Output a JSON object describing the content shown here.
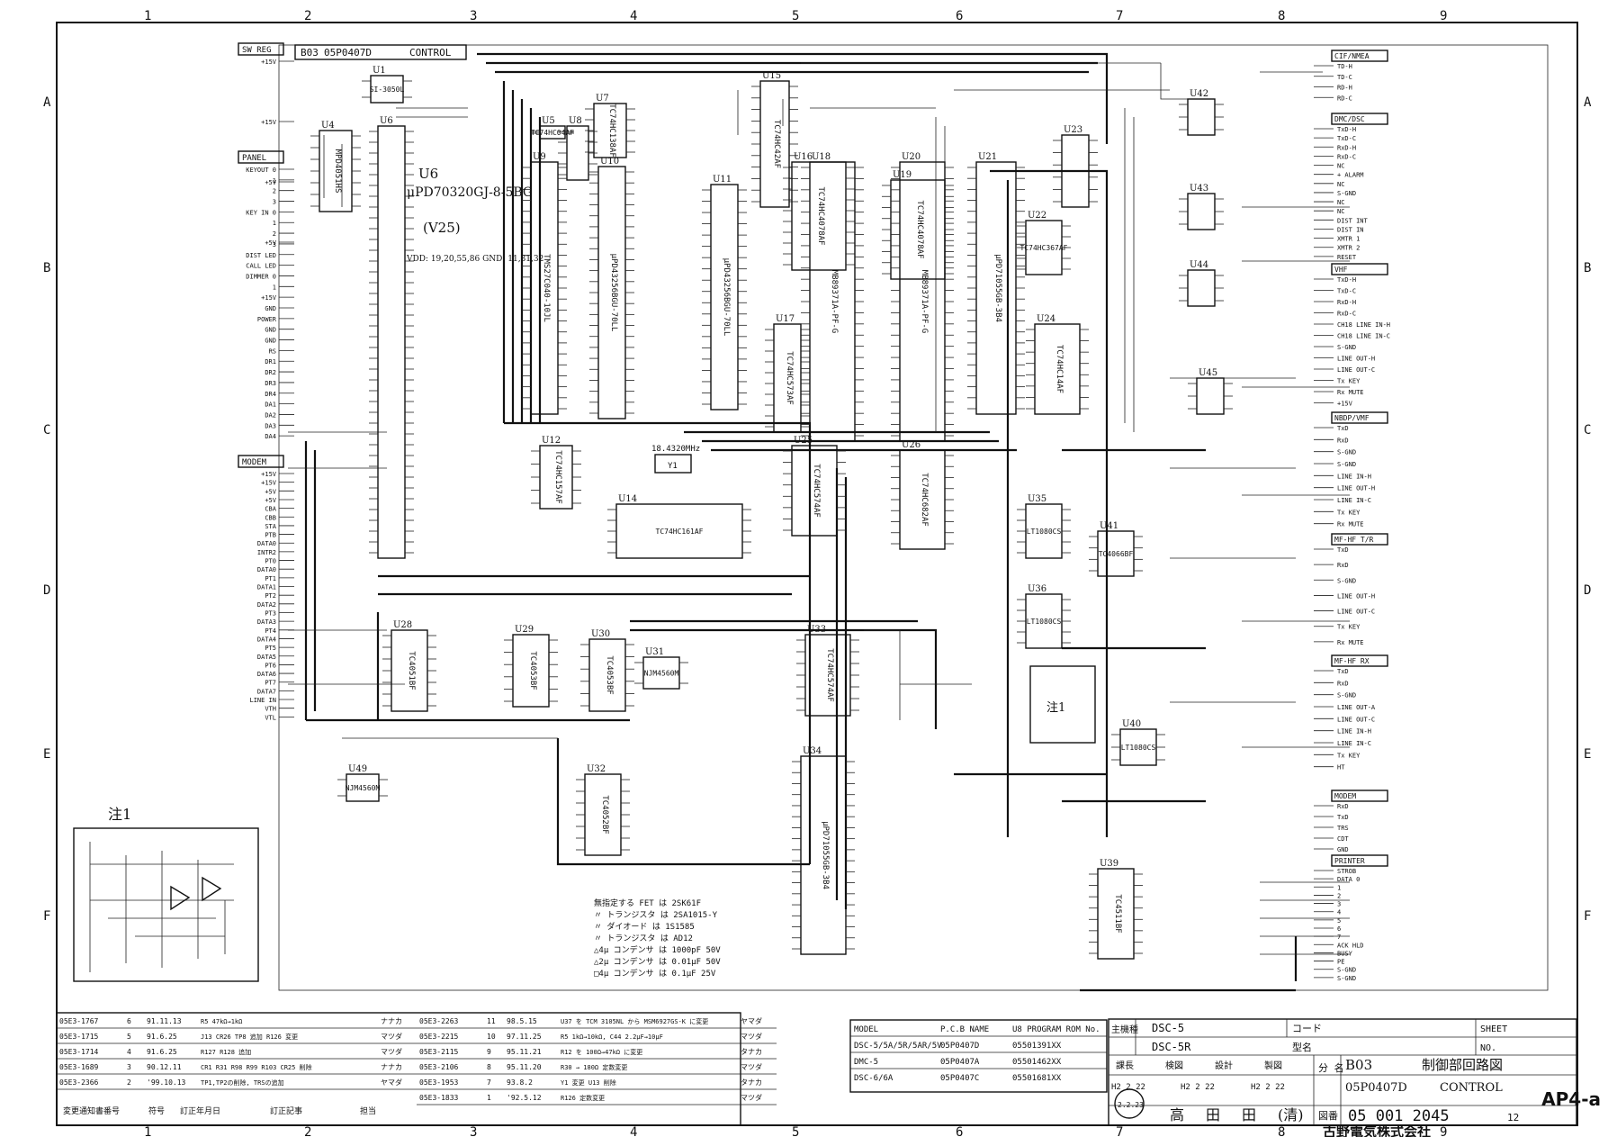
{
  "columns": [
    "1",
    "2",
    "3",
    "4",
    "5",
    "6",
    "7",
    "8",
    "9"
  ],
  "rows": [
    "A",
    "B",
    "C",
    "D",
    "E",
    "F"
  ],
  "board": {
    "id": "B03",
    "pcb": "05P0407D",
    "name": "CONTROL"
  },
  "connectors_left": [
    {
      "id": "SW_REG",
      "label": "SW REG",
      "pins": [
        "+15V",
        "+15V",
        "+5V",
        "+5V"
      ]
    },
    {
      "id": "PANEL",
      "label": "PANEL",
      "pins": [
        "KEYOUT 0",
        "1",
        "2",
        "3",
        "KEY IN 0",
        "1",
        "2",
        "3",
        "DIST LED",
        "CALL LED",
        "DIMMER 0",
        "1",
        "+15V",
        "GND",
        "POWER",
        "GND",
        "GND",
        "RS",
        "DR1",
        "DR2",
        "DR3",
        "DR4",
        "DA1",
        "DA2",
        "DA3",
        "DA4"
      ]
    },
    {
      "id": "MODEM",
      "label": "MODEM",
      "pins": [
        "+15V",
        "+15V",
        "+5V",
        "+5V",
        "CBA",
        "CBB",
        "STA",
        "PTB",
        "DATA0",
        "INTR2",
        "PT0",
        "DATA0",
        "PT1",
        "DATA1",
        "PT2",
        "DATA2",
        "PT3",
        "DATA3",
        "PT4",
        "DATA4",
        "PT5",
        "DATA5",
        "PT6",
        "DATA6",
        "PT7",
        "DATA7",
        "LINE IN",
        "VTH",
        "VTL"
      ]
    }
  ],
  "connectors_right": [
    {
      "id": "CIF_NMEA",
      "label": "CIF/NMEA",
      "pins": [
        "TD-H",
        "TD-C",
        "RD-H",
        "RD-C"
      ]
    },
    {
      "id": "DMC_DSC",
      "label": "DMC/DSC",
      "pins": [
        "TxD-H",
        "TxD-C",
        "RxD-H",
        "RxD-C",
        "NC",
        "+ ALARM",
        "NC",
        "S-GND",
        "NC",
        "NC",
        "DIST INT",
        "DIST IN",
        "XMTR 1",
        "XMTR 2",
        "RESET"
      ]
    },
    {
      "id": "VHF",
      "label": "VHF",
      "pins": [
        "TxD-H",
        "TxD-C",
        "RxD-H",
        "RxD-C",
        "CH18 LINE IN-H",
        "CH18 LINE IN-C",
        "S-GND",
        "LINE OUT-H",
        "LINE OUT-C",
        "Tx KEY",
        "Rx MUTE",
        "+15V"
      ]
    },
    {
      "id": "NBDP_VMF",
      "label": "NBDP/VMF",
      "pins": [
        "TxD",
        "RxD",
        "S-GND",
        "S-GND",
        "LINE IN-H",
        "LINE OUT-H",
        "LINE IN-C",
        "Tx KEY",
        "Rx MUTE"
      ]
    },
    {
      "id": "MF_HF_TR",
      "label": "MF-HF T/R",
      "pins": [
        "TxD",
        "RxD",
        "S-GND",
        "LINE OUT-H",
        "LINE OUT-C",
        "Tx KEY",
        "Rx MUTE"
      ]
    },
    {
      "id": "MF_HF_RX",
      "label": "MF-HF RX",
      "pins": [
        "TxD",
        "RxD",
        "S-GND",
        "LINE OUT-A",
        "LINE OUT-C",
        "LINE IN-H",
        "LINE IN-C",
        "Tx KEY",
        "HT"
      ]
    },
    {
      "id": "MODEM_R",
      "label": "MODEM",
      "pins": [
        "RxD",
        "TxD",
        "TRS",
        "CDT",
        "GND"
      ]
    },
    {
      "id": "PRINTER",
      "label": "PRINTER",
      "pins": [
        "STROB",
        "DATA 0",
        "1",
        "2",
        "3",
        "4",
        "5",
        "6",
        "7",
        "ACK HLD",
        "BUSY",
        "PE",
        "S-GND",
        "S-GND"
      ]
    }
  ],
  "chips": [
    {
      "ref": "U1",
      "part": "SI-3050L"
    },
    {
      "ref": "U4",
      "part": "MPD4051HS"
    },
    {
      "ref": "U6",
      "part": "μPD70320GJ-8-5BG",
      "note": "(V25)",
      "power": "VDD: 19,20,55,86  GND: 11,31,32"
    },
    {
      "ref": "U5",
      "part": "TC74HC04AF"
    },
    {
      "ref": "U7",
      "part": "TC74HC138AF"
    },
    {
      "ref": "U8",
      "part": ""
    },
    {
      "ref": "U9",
      "part": "TMS27C040-10JL"
    },
    {
      "ref": "U10",
      "part": "μPD43256BGU-70LL"
    },
    {
      "ref": "U11",
      "part": "μPD43256BGU-70LL"
    },
    {
      "ref": "U15",
      "part": "TC74HC42AF"
    },
    {
      "ref": "U16",
      "part": "TC74HC4078AF"
    },
    {
      "ref": "U17",
      "part": "TC74HC573AF"
    },
    {
      "ref": "U18",
      "part": "MB89371A-PF-G"
    },
    {
      "ref": "U19",
      "part": "TC74HC4078AF"
    },
    {
      "ref": "U20",
      "part": "MB89371A-PF-G"
    },
    {
      "ref": "U21",
      "part": "μPD71055GB-3B4"
    },
    {
      "ref": "U22",
      "part": "TC74HC367AF"
    },
    {
      "ref": "U23",
      "part": ""
    },
    {
      "ref": "U24",
      "part": "TC74HC14AF"
    },
    {
      "ref": "U25",
      "part": "TC74HC574AF"
    },
    {
      "ref": "U26",
      "part": "TC74HC682AF"
    },
    {
      "ref": "U12",
      "part": "TC74HC157AF"
    },
    {
      "ref": "U14",
      "part": "TC74HC161AF"
    },
    {
      "ref": "U28",
      "part": "TC4051BF"
    },
    {
      "ref": "U29",
      "part": "TC4053BF"
    },
    {
      "ref": "U30",
      "part": "TC4053BF"
    },
    {
      "ref": "U31",
      "part": "NJM4560M"
    },
    {
      "ref": "U32",
      "part": "TC4052BF"
    },
    {
      "ref": "U33",
      "part": "TC74HC574AF"
    },
    {
      "ref": "U34",
      "part": "μPD71055GB-3B4"
    },
    {
      "ref": "U35",
      "part": "LT1080CS"
    },
    {
      "ref": "U36",
      "part": "LT1080CS"
    },
    {
      "ref": "U39",
      "part": "TC4511BF"
    },
    {
      "ref": "U40",
      "part": "LT1080CS"
    },
    {
      "ref": "U41",
      "part": "TC4066BF"
    },
    {
      "ref": "U42",
      "part": ""
    },
    {
      "ref": "U43",
      "part": ""
    },
    {
      "ref": "U44",
      "part": ""
    },
    {
      "ref": "U45",
      "part": ""
    },
    {
      "ref": "U49",
      "part": "NJM4560M"
    }
  ],
  "crystal": {
    "ref": "Y1",
    "freq": "18.4320MHz"
  },
  "notes": {
    "note1_title": "注1",
    "legend": [
      "無指定する FET は 2SK61F",
      "〃 トランジスタ は 2SA1015-Y",
      "〃 ダイオード は 1S1585",
      "〃 トランジスタ は AD12",
      "△4μ コンデンサ は 1000pF 50V",
      "△2μ コンデンサ は 0.01μF 50V",
      "□4μ コンデンサ は 0.1μF 25V"
    ]
  },
  "revisions": [
    {
      "doc": "05E3-1767",
      "rev": "6",
      "date": "91.11.13",
      "desc": "R5 47kΩ→1kΩ",
      "by": "ナナカ"
    },
    {
      "doc": "05E3-1715",
      "rev": "5",
      "date": "91.6.25",
      "desc": "J13 CR26 TP8 追加 R126 変更",
      "by": "マツダ"
    },
    {
      "doc": "05E3-1714",
      "rev": "4",
      "date": "91.6.25",
      "desc": "R127 R128 追加",
      "by": "マツダ"
    },
    {
      "doc": "05E3-1689",
      "rev": "3",
      "date": "90.12.11",
      "desc": "CR1 R31 R98 R99 R103 CR25 削除",
      "by": "ナナカ"
    },
    {
      "doc": "05E3-2366",
      "rev": "2",
      "date": "'99.10.13",
      "desc": "TP1,TP2の削除, TRSの追加",
      "by": "ヤマダ"
    },
    {
      "doc": "05E3-2263",
      "rev": "11",
      "date": "98.5.15",
      "desc": "U37 を TCM 3105NL から MSM6927GS-K に変更",
      "by": "ヤマダ"
    },
    {
      "doc": "05E3-2215",
      "rev": "10",
      "date": "97.11.25",
      "desc": "R5 1kΩ→10kΩ, C44 2.2μF→10μF",
      "by": "マツダ"
    },
    {
      "doc": "05E3-2115",
      "rev": "9",
      "date": "95.11.21",
      "desc": "R12 を 100Ω→47kΩ に変更",
      "by": "タナカ"
    },
    {
      "doc": "05E3-2106",
      "rev": "8",
      "date": "95.11.20",
      "desc": "R30 → 180Ω 定数変更",
      "by": "マツダ"
    },
    {
      "doc": "05E3-1953",
      "rev": "7",
      "date": "93.8.2",
      "desc": "Y1 変更 U13 削除",
      "by": "タナカ"
    },
    {
      "doc": "05E3-1833",
      "rev": "1",
      "date": "'92.5.12",
      "desc": "R126 定数変更",
      "by": "マツダ"
    }
  ],
  "rev_footer": {
    "c1": "変更通知書番号",
    "c2": "符号",
    "c3": "訂正年月日",
    "c4": "訂正記事",
    "c5": "担当"
  },
  "model_table": {
    "headers": [
      "MODEL",
      "P.C.B NAME",
      "U8 PROGRAM ROM No."
    ],
    "rows": [
      [
        "DSC-5/5A/5R/5AR/5V",
        "05P0407D",
        "05501391XX"
      ],
      [
        "DMC-5",
        "05P0407A",
        "05501462XX"
      ],
      [
        "DSC-6/6A",
        "05P0407C",
        "05501681XX"
      ]
    ]
  },
  "title_block": {
    "applicable_label": "主機種",
    "applicable_1": "DSC-5",
    "applicable_2": "DSC-5R",
    "code_label": "コード",
    "model_label": "型名",
    "sheet_label": "SHEET",
    "sheet_no_label": "NO.",
    "roles": [
      "課長",
      "検図",
      "設計",
      "製図"
    ],
    "date_1": "H2 2 22",
    "date_2": "H2 2 22",
    "date_3": "H2 2 22",
    "names": [
      "高",
      "田",
      "田",
      "(清)"
    ],
    "part_name_label": "分\n名",
    "board": "B03",
    "title_jp": "制御部回路図",
    "pcb": "05P0407D",
    "title_en": "CONTROL",
    "drawing_no_label": "図番",
    "drawing_no": "05 001 2045",
    "drawing_rev": "12",
    "stamp": "2.2.23",
    "company": "古野電気株式会社",
    "sheet_tag": "AP4-a"
  }
}
